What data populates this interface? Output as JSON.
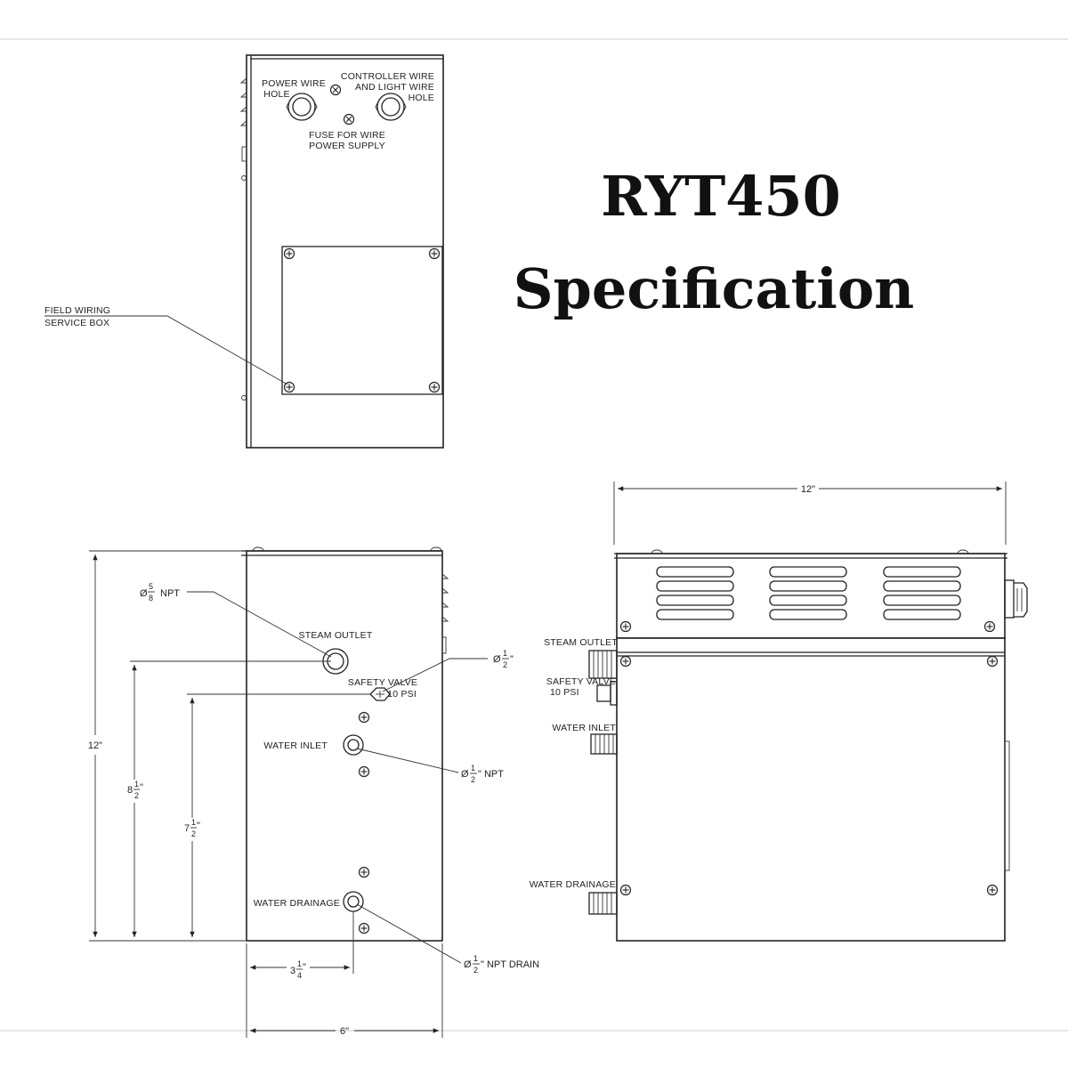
{
  "title": {
    "line1": "RYT450",
    "line2": "Specification"
  },
  "top_view": {
    "power_wire_hole": [
      "POWER WIRE",
      "HOLE"
    ],
    "controller_wire_hole": [
      "CONTROLLER WIRE",
      "AND LIGHT WIRE",
      "HOLE"
    ],
    "fuse": [
      "FUSE FOR WIRE",
      "POWER SUPPLY"
    ],
    "service_box": [
      "FIELD WIRING",
      "SERVICE BOX"
    ]
  },
  "front_view": {
    "steam_outlet_size": {
      "prefix": "Ø",
      "num": "5",
      "den": "8",
      "suffix": "NPT"
    },
    "steam_outlet": "STEAM OUTLET",
    "safety_valve": "SAFETY VALVE",
    "safety_valve_psi": "10 PSI",
    "safety_valve_size": {
      "prefix": "Ø",
      "num": "1",
      "den": "2",
      "suffix": "\""
    },
    "water_inlet": "WATER INLET",
    "water_inlet_size": {
      "prefix": "Ø",
      "num": "1",
      "den": "2",
      "suffix": "\" NPT"
    },
    "water_drainage": "WATER DRAINAGE",
    "drain_size": {
      "prefix": "Ø",
      "num": "1",
      "den": "2",
      "suffix": "\" NPT DRAIN"
    },
    "height": "12\"",
    "outlet_height": {
      "whole": "8",
      "num": "1",
      "den": "2",
      "suffix": "\""
    },
    "valve_height": {
      "whole": "7",
      "num": "1",
      "den": "2",
      "suffix": "\""
    },
    "drain_offset": {
      "whole": "3",
      "num": "1",
      "den": "4",
      "suffix": "\""
    },
    "width": "6\""
  },
  "side_view": {
    "length": "12\"",
    "steam_outlet": "STEAM OUTLET",
    "safety_valve": "SAFETY VALVE",
    "safety_valve_psi": "10 PSI",
    "water_inlet": "WATER INLET",
    "water_drainage": "WATER DRAINAGE"
  },
  "colors": {
    "line": "#222222",
    "background": "#ffffff"
  }
}
